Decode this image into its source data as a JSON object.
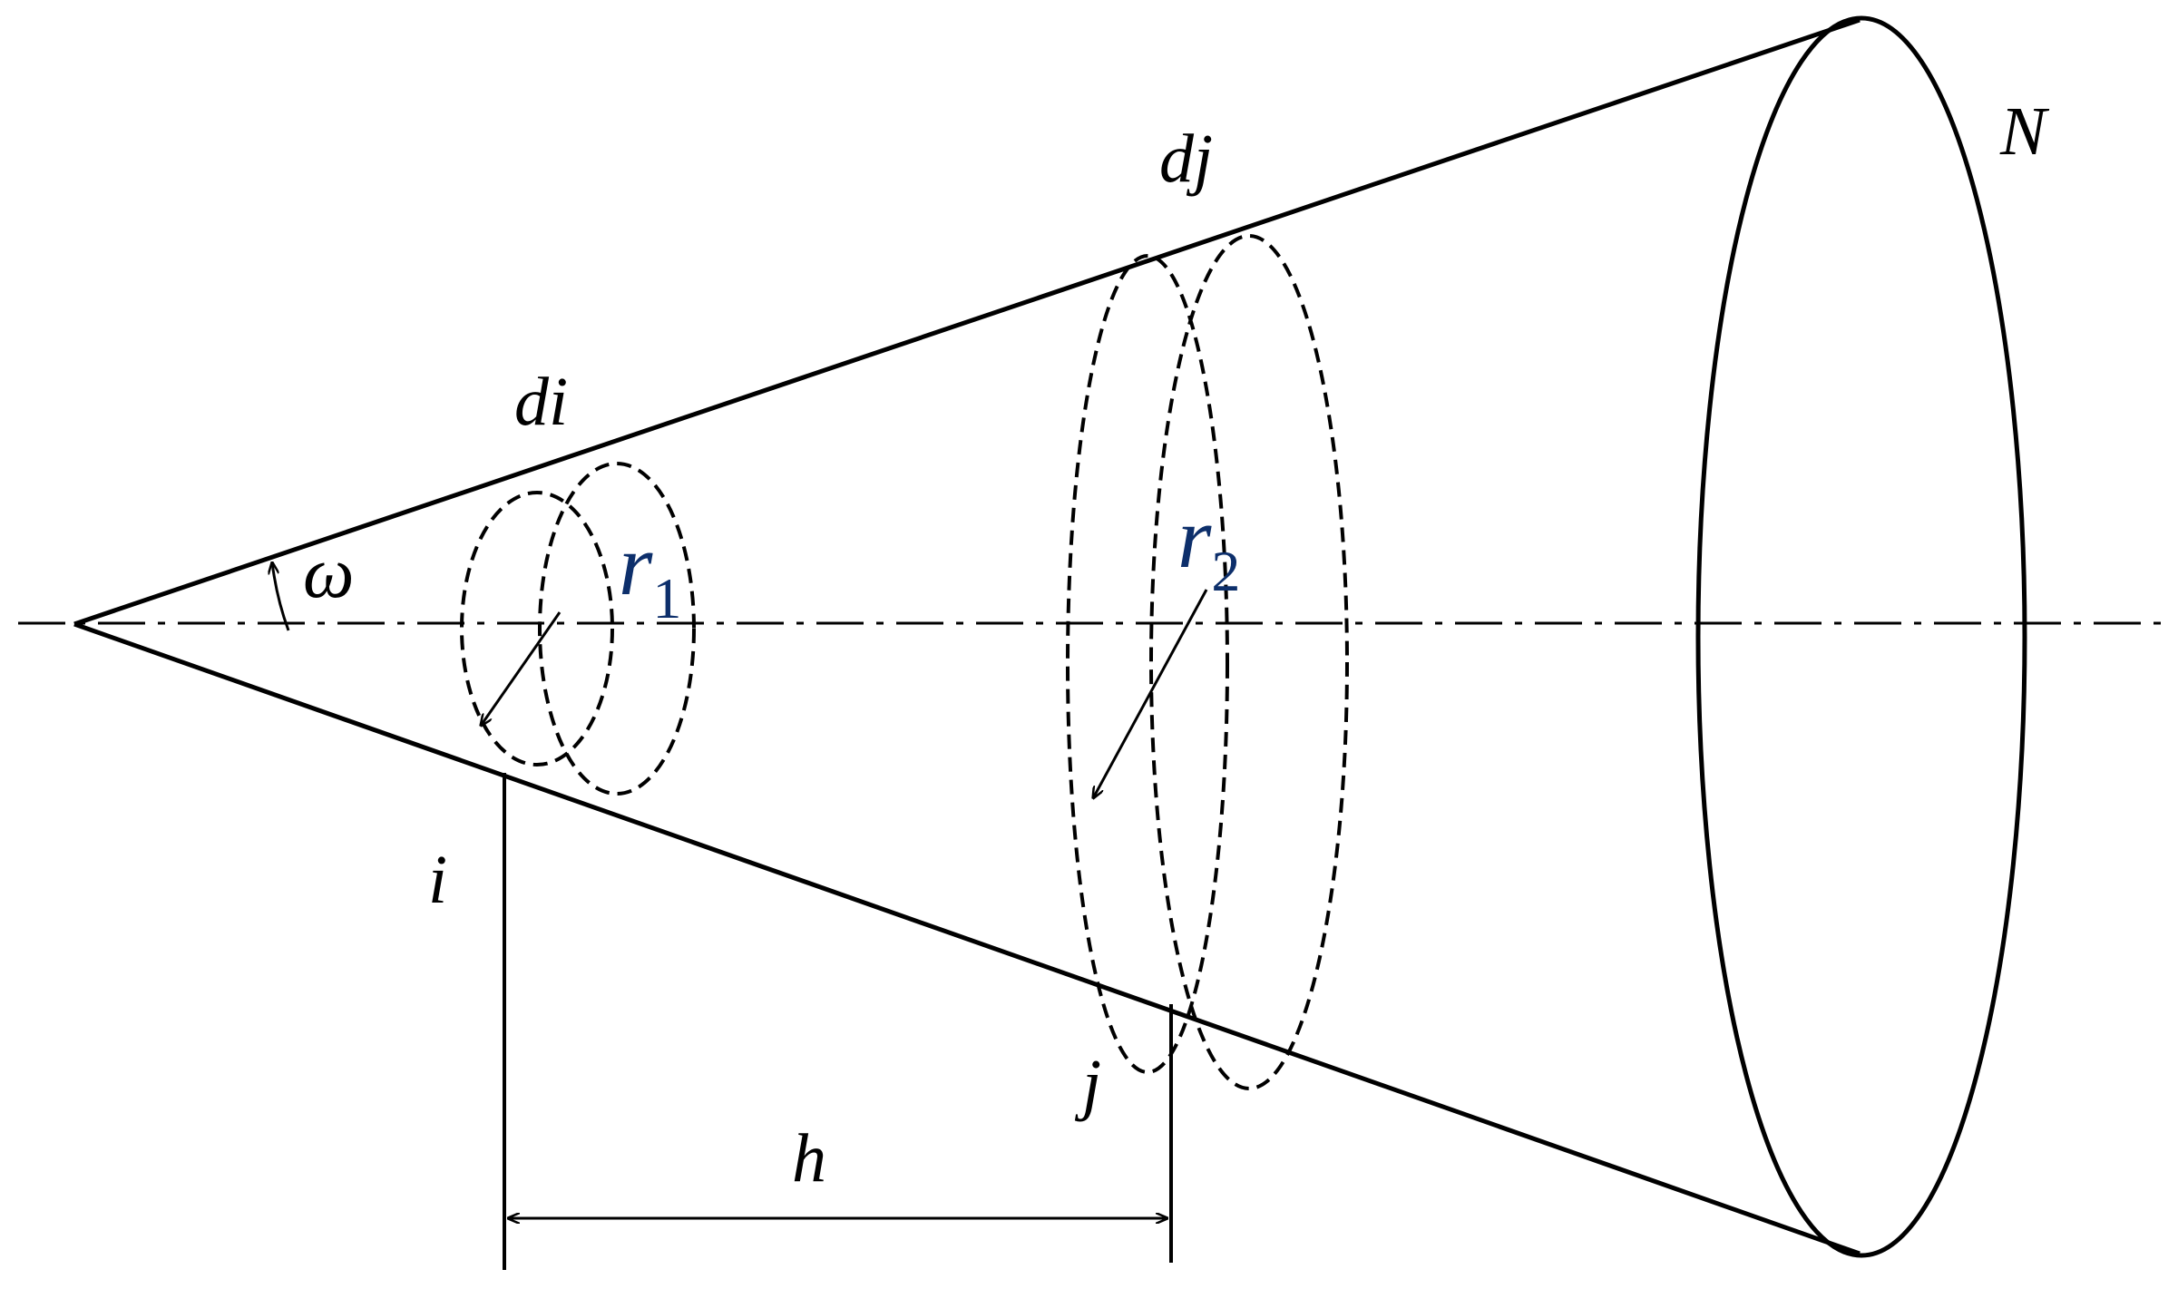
{
  "labels": {
    "apex_angle": "ω",
    "base": "N",
    "ring_i_width": "di",
    "ring_j_width": "dj",
    "point_i": "i",
    "point_j": "j",
    "radius_1_letter": "r",
    "radius_1_sub": "1",
    "radius_2_letter": "r",
    "radius_2_sub": "2",
    "distance": "h"
  },
  "colors": {
    "line": "#000000",
    "radius_label": "#0d2f6b"
  }
}
